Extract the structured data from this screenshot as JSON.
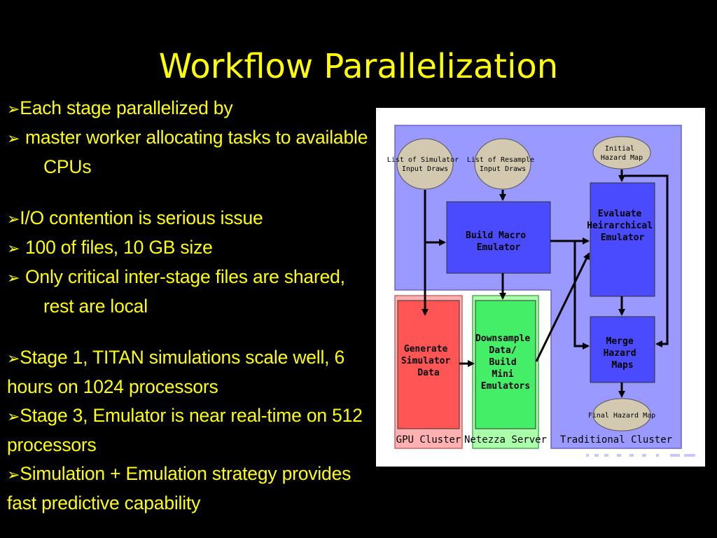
{
  "slide": {
    "title": "Workflow Parallelization",
    "bullets": [
      {
        "level": 1,
        "text": "Each stage parallelized by"
      },
      {
        "level": 2,
        "text": "master worker allocating tasks to available CPUs"
      },
      {
        "level": 1,
        "text": "I/O contention is serious issue"
      },
      {
        "level": 2,
        "text": "100 of files, 10 GB  size"
      },
      {
        "level": 2,
        "text": "Only critical inter-stage files are shared, rest are local"
      },
      {
        "level": 1,
        "text": "Stage 1, TITAN simulations scale well, 6 hours on 1024 processors"
      },
      {
        "level": 1,
        "text": "Stage 3, Emulator is near real-time on 512 processors"
      },
      {
        "level": 1,
        "text": "Simulation + Emulation strategy provides fast  predictive capability"
      }
    ],
    "bullet_marker": "➢"
  },
  "diagram": {
    "nodes": {
      "sim_draws": [
        "List of Simulator",
        "Input Draws"
      ],
      "resample_draws": [
        "List of Resample",
        "Input Draws"
      ],
      "initial_map": [
        "Initial",
        "Hazard Map"
      ],
      "build_macro": [
        "Build Macro",
        "Emulator"
      ],
      "evaluate": [
        "Evaluate",
        "Heirarchical",
        "Emulator"
      ],
      "generate": [
        "Generate",
        "Simulator",
        "Data"
      ],
      "downsample": [
        "Downsample",
        "Data/",
        "Build",
        "Mini",
        "Emulators"
      ],
      "merge": [
        "Merge",
        "Hazard",
        "Maps"
      ],
      "final_map": [
        "Final Hazard Map"
      ]
    },
    "regions": {
      "gpu": "GPU Cluster",
      "netezza": "Netezza Server",
      "traditional": "Traditional Cluster"
    },
    "colors": {
      "title": "#ffff00",
      "text": "#ffff00",
      "region_blue": "#9999ff",
      "node_blue": "#4a4aff",
      "node_red": "#ff5555",
      "node_green": "#44ee66",
      "node_tan": "#d3c8b0"
    }
  }
}
